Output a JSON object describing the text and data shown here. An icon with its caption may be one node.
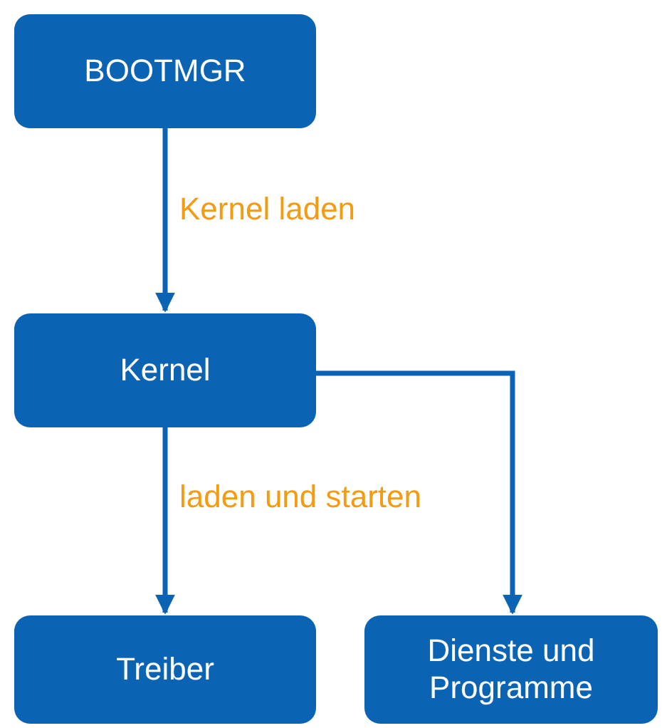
{
  "diagram": {
    "nodes": [
      {
        "text": [
          "BOOTMGR"
        ]
      },
      {
        "text": [
          "Kernel"
        ]
      },
      {
        "text": [
          "Treiber"
        ]
      },
      {
        "text": [
          "Dienste und Programme"
        ]
      }
    ],
    "edges": [
      {
        "from": 0,
        "to": 1,
        "arrow": "to",
        "label": "Kernel laden"
      },
      {
        "from": 1,
        "to": 3,
        "arrow": "to"
      },
      {
        "from": 1,
        "to": 2,
        "arrow": "to",
        "label": "laden und starten"
      }
    ]
  }
}
